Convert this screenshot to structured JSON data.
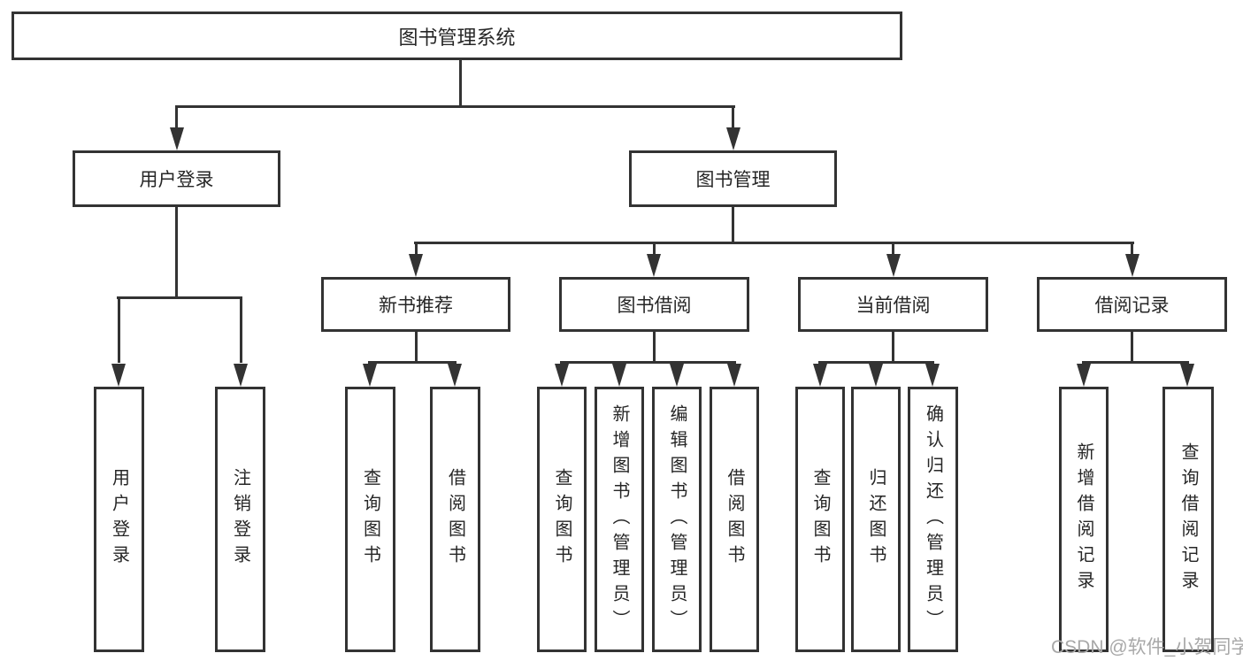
{
  "diagram": {
    "title": "图书管理系统",
    "branches": [
      {
        "label": "用户登录",
        "children": [
          {
            "label": "用户登录"
          },
          {
            "label": "注销登录"
          }
        ]
      },
      {
        "label": "图书管理",
        "children": [
          {
            "label": "新书推荐",
            "children": [
              {
                "label": "查询图书"
              },
              {
                "label": "借阅图书"
              }
            ]
          },
          {
            "label": "图书借阅",
            "children": [
              {
                "label": "查询图书"
              },
              {
                "label": "新增图书（管理员）"
              },
              {
                "label": "编辑图书（管理员）"
              },
              {
                "label": "借阅图书"
              }
            ]
          },
          {
            "label": "当前借阅",
            "children": [
              {
                "label": "查询图书"
              },
              {
                "label": "归还图书"
              },
              {
                "label": "确认归还（管理员）"
              }
            ]
          },
          {
            "label": "借阅记录",
            "children": [
              {
                "label": "新增借阅记录"
              },
              {
                "label": "查询借阅记录"
              }
            ]
          }
        ]
      }
    ]
  },
  "watermark": {
    "text": "CSDN @软件_小贺同学"
  },
  "colors": {
    "line": "#333333",
    "text": "#262626",
    "watermark": "#a8a8a8",
    "background": "#ffffff"
  }
}
